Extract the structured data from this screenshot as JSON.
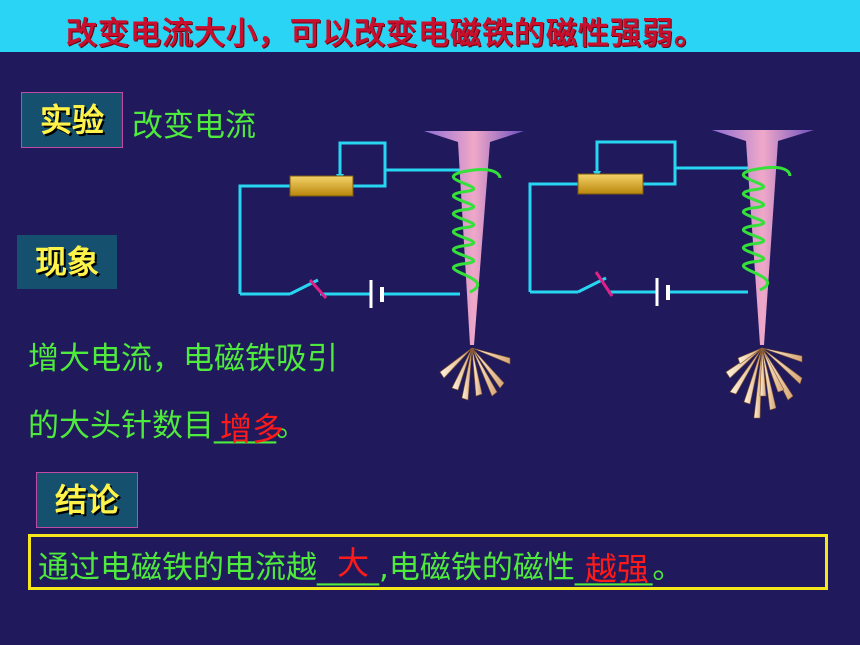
{
  "title": "改变电流大小，可以改变电磁铁的磁性强弱。",
  "experiment": {
    "tag": "实验",
    "text": "改变电流"
  },
  "phenomenon": {
    "tag": "现象",
    "line1": "增大电流，电磁铁吸引",
    "line2_prefix": "的大头针数目",
    "line2_blank": "____",
    "line2_answer": "增多",
    "line2_suffix": "。"
  },
  "conclusion": {
    "tag": "结论",
    "part1": "通过电磁铁的电流越",
    "blank1": "____",
    "answer1": "大",
    "part2": ",电磁铁的磁性",
    "blank2": "_____",
    "answer2": "越强",
    "part3": "。"
  },
  "colors": {
    "background": "#201a5c",
    "banner": "#29d4f4",
    "title": "#c8102e",
    "tag_text": "#fff34a",
    "green_text": "#4eea3c",
    "answer": "#ff1a1a",
    "wire": "#27d7f2",
    "coil": "#35e03a"
  },
  "diagram": {
    "left_circuit": {
      "fewer_pins": true
    },
    "right_circuit": {
      "more_pins": true
    }
  }
}
